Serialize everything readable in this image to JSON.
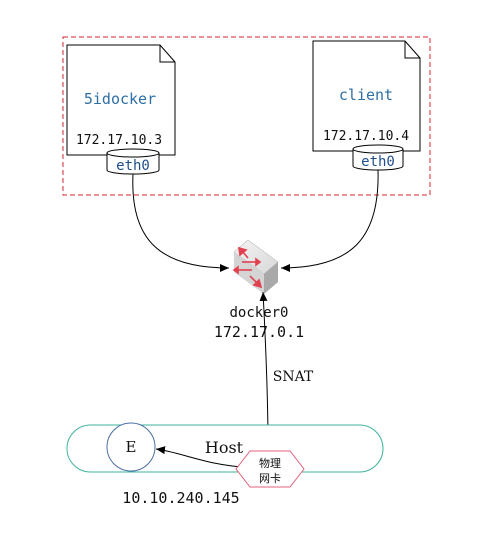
{
  "containers": [
    {
      "name": "5idocker",
      "ip": "172.17.10.3",
      "interface": "eth0"
    },
    {
      "name": "client",
      "ip": "172.17.10.4",
      "interface": "eth0"
    }
  ],
  "bridge": {
    "name": "docker0",
    "ip": "172.17.0.1"
  },
  "nat_label": "SNAT",
  "host": {
    "label": "Host",
    "endpoint": "E",
    "nic_line1": "物理",
    "nic_line2": "网卡",
    "ip": "10.10.240.145"
  },
  "colors": {
    "container_name": "#2e6fa5",
    "eth_text": "#1f4e8c",
    "dashed_border": "#d9262c",
    "host_border": "#3db39e",
    "endpoint_border": "#4a6fa5",
    "nic_border": "#e0607a",
    "switch_accent": "#e04050"
  }
}
